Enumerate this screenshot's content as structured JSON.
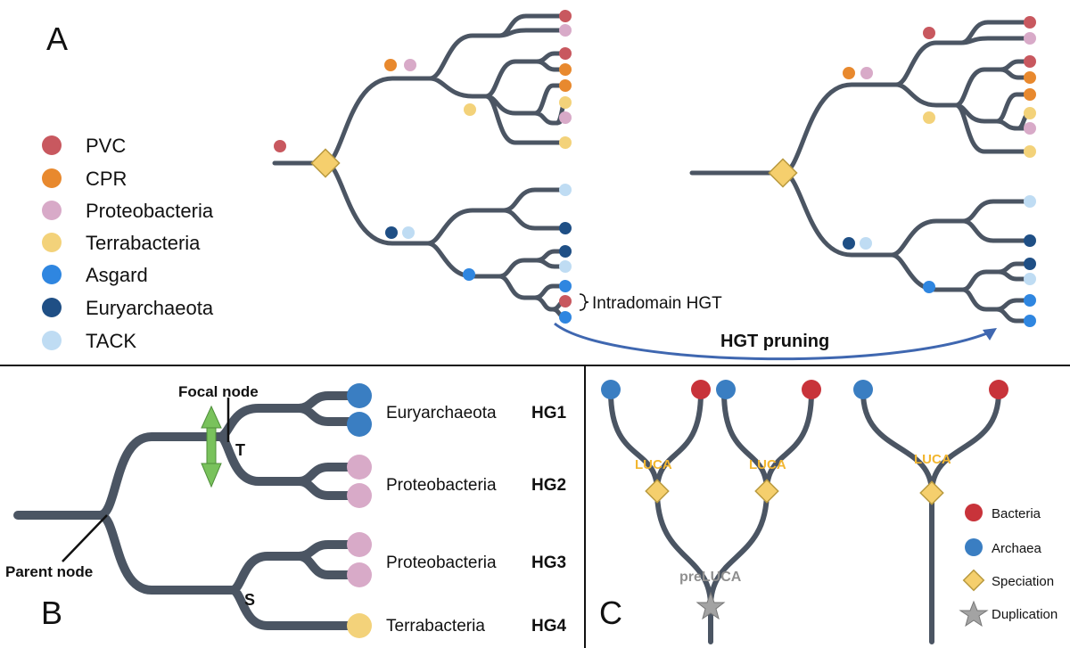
{
  "panels": {
    "a": {
      "letter": "A"
    },
    "b": {
      "letter": "B"
    },
    "c": {
      "letter": "C"
    }
  },
  "colors": {
    "PVC": "#c8585f",
    "CPR": "#e8892e",
    "Proteobacteria": "#d8aac8",
    "Terrabacteria": "#f3d27a",
    "Asgard": "#2f86e0",
    "Euryarchaeota": "#1f4f85",
    "TACK": "#bfdcf3",
    "Bacteria": "#c8333a",
    "Archaea": "#3a7ec2",
    "branch": "#4b5563",
    "speciation": "#f5cf6d",
    "duplication": "#a3a3a3",
    "arrow_green": "#79c25c",
    "pruning_arrow": "#3f67b0",
    "luca_label": "#f2b630",
    "preluca_label": "#8f8f8f"
  },
  "legend_a": [
    {
      "key": "PVC",
      "label": "PVC"
    },
    {
      "key": "CPR",
      "label": "CPR"
    },
    {
      "key": "Proteobacteria",
      "label": "Proteobacteria"
    },
    {
      "key": "Terrabacteria",
      "label": "Terrabacteria"
    },
    {
      "key": "Asgard",
      "label": "Asgard"
    },
    {
      "key": "Euryarchaeota",
      "label": "Euryarchaeota"
    },
    {
      "key": "TACK",
      "label": "TACK"
    }
  ],
  "annotations_a": {
    "intradomain": "Intradomain HGT",
    "pruning": "HGT pruning"
  },
  "panel_b": {
    "focal_node": "Focal node",
    "parent_node": "Parent node",
    "T": "T",
    "S": "S",
    "rows": [
      {
        "taxon": "Euryarchaeota",
        "hg": "HG1"
      },
      {
        "taxon": "Proteobacteria",
        "hg": "HG2"
      },
      {
        "taxon": "Proteobacteria",
        "hg": "HG3"
      },
      {
        "taxon": "Terrabacteria",
        "hg": "HG4"
      }
    ]
  },
  "panel_c": {
    "luca": "LUCA",
    "preluca": "preLUCA",
    "legend": [
      {
        "key": "Bacteria",
        "label": "Bacteria"
      },
      {
        "key": "Archaea",
        "label": "Archaea"
      },
      {
        "key": "Speciation",
        "label": "Speciation"
      },
      {
        "key": "Duplication",
        "label": "Duplication"
      }
    ]
  }
}
